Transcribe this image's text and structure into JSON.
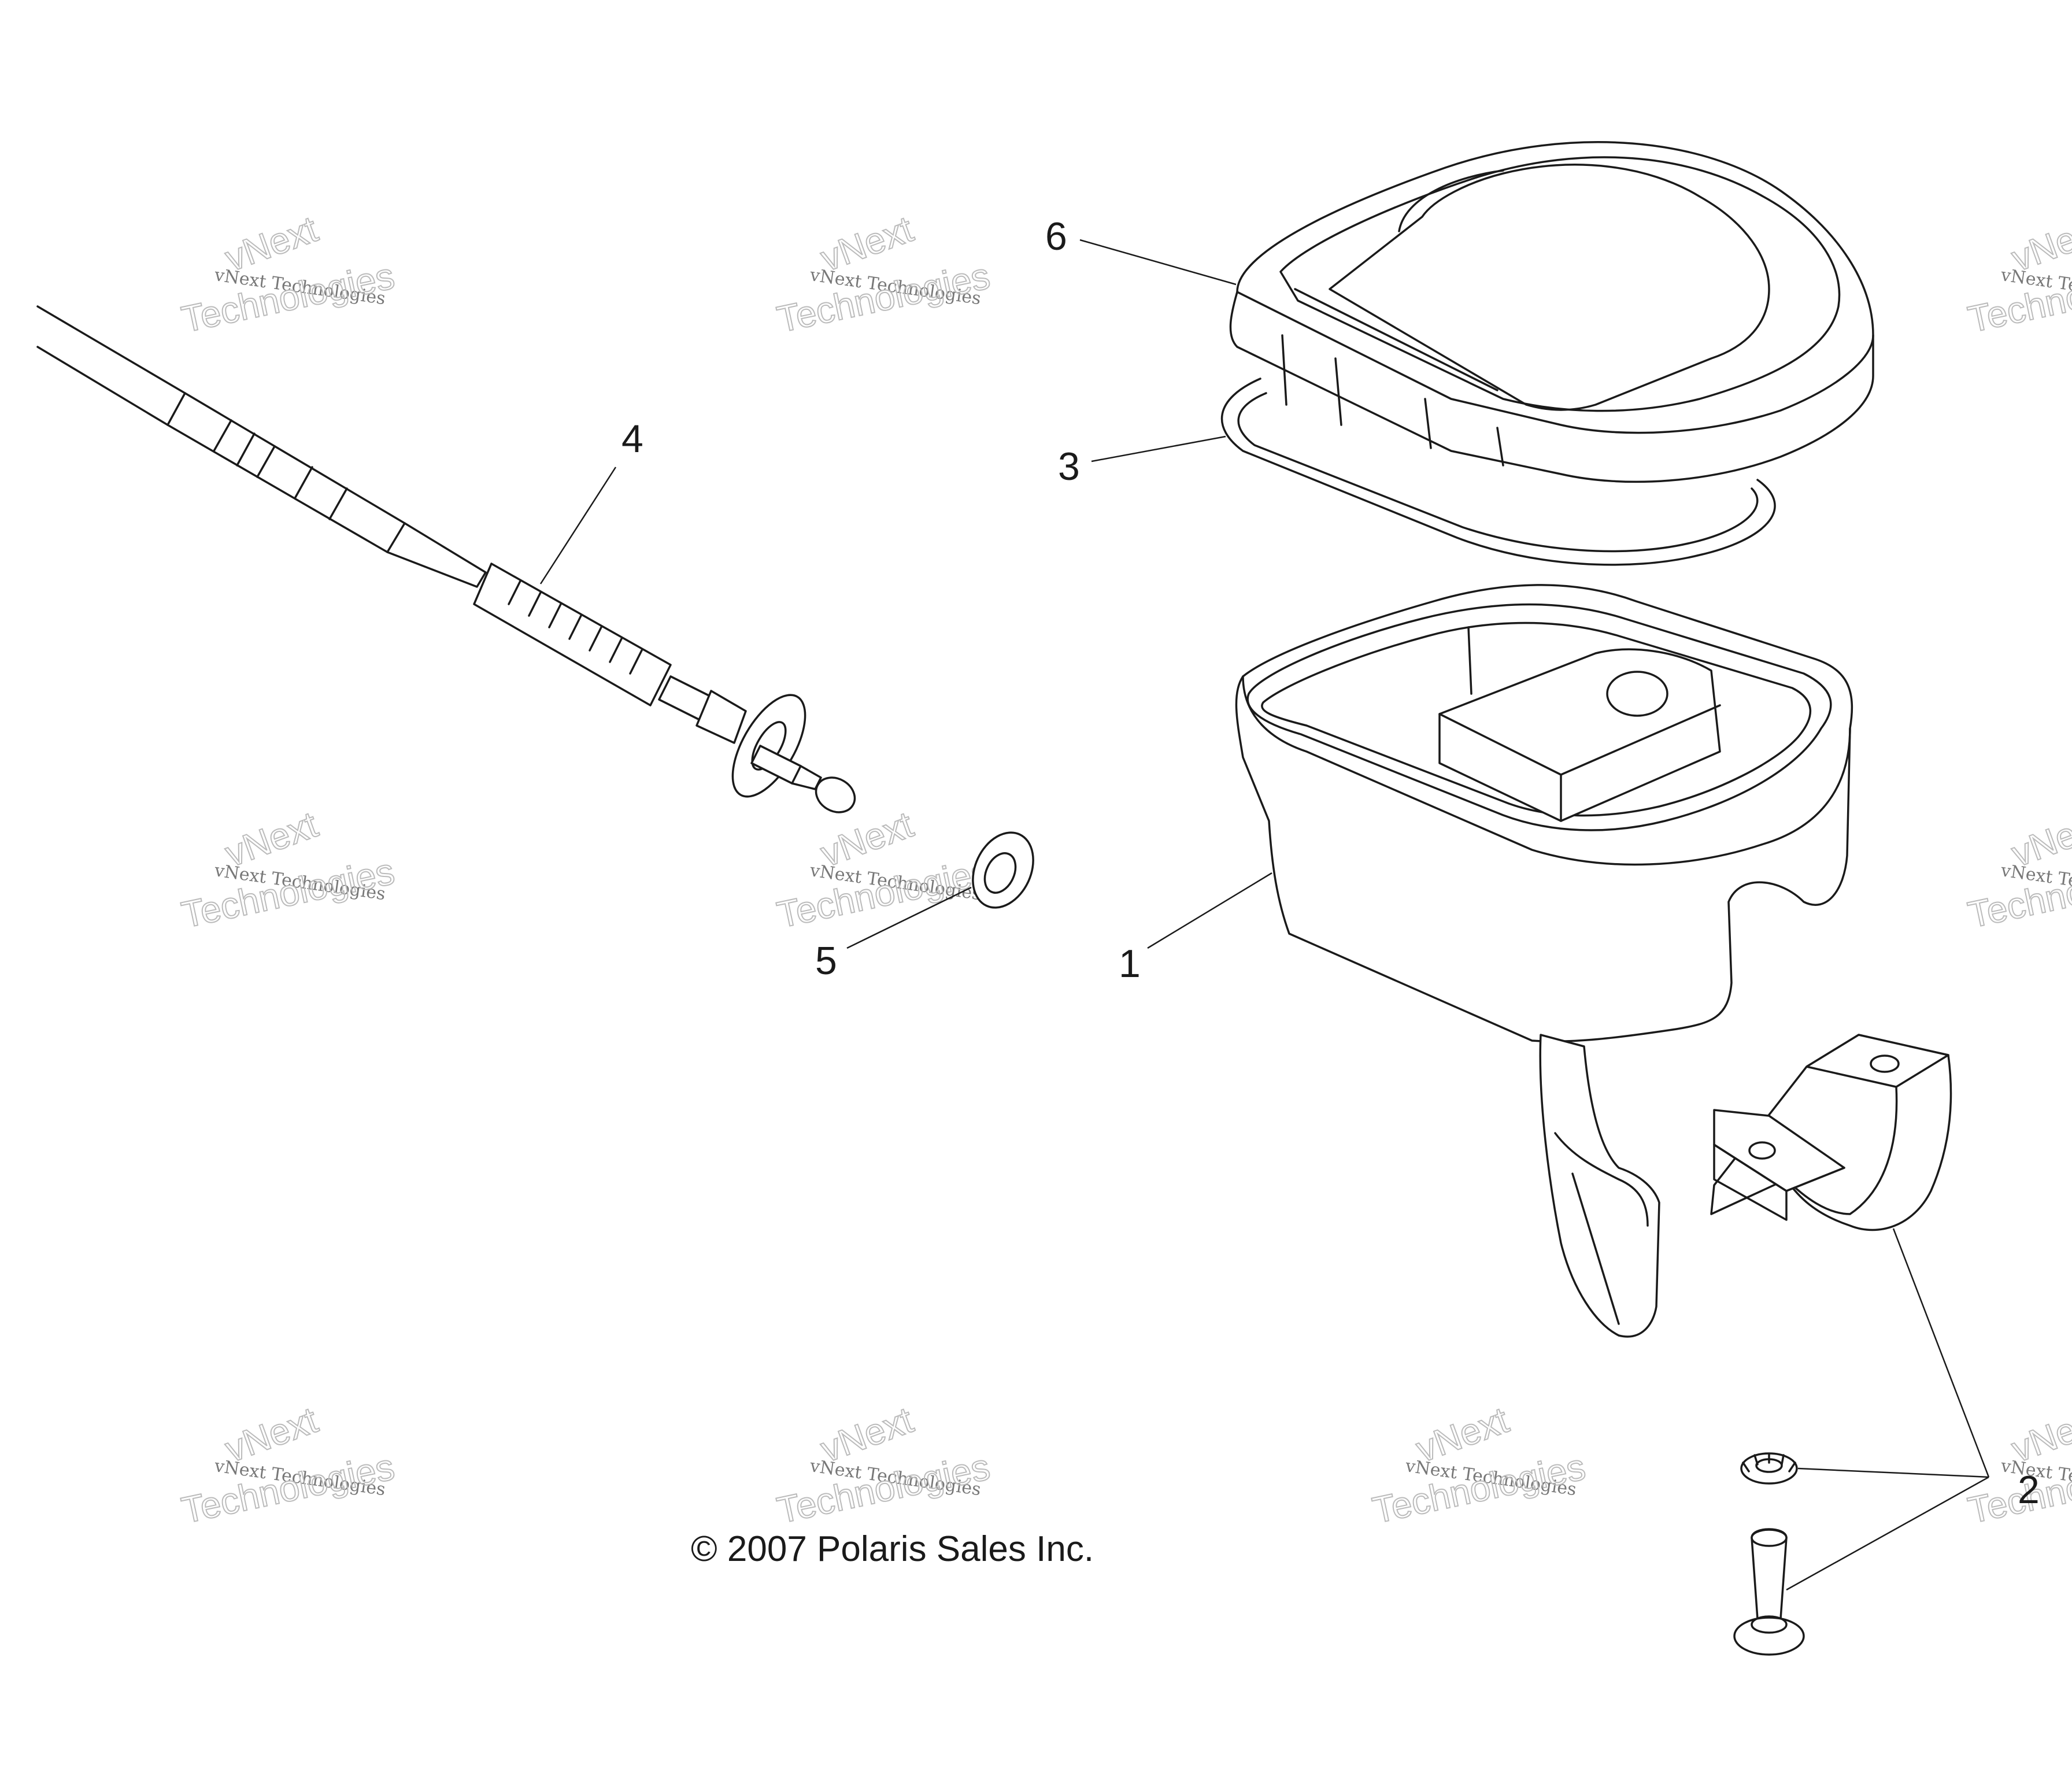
{
  "watermark": {
    "brand": "vNext",
    "small_text": "vNext Technologies",
    "big_text": "Technologies"
  },
  "copyright": "© 2007 Polaris Sales Inc.",
  "callouts": [
    {
      "id": "1",
      "label": "1"
    },
    {
      "id": "2",
      "label": "2"
    },
    {
      "id": "3",
      "label": "3"
    },
    {
      "id": "4",
      "label": "4"
    },
    {
      "id": "5",
      "label": "5"
    },
    {
      "id": "6",
      "label": "6"
    }
  ]
}
